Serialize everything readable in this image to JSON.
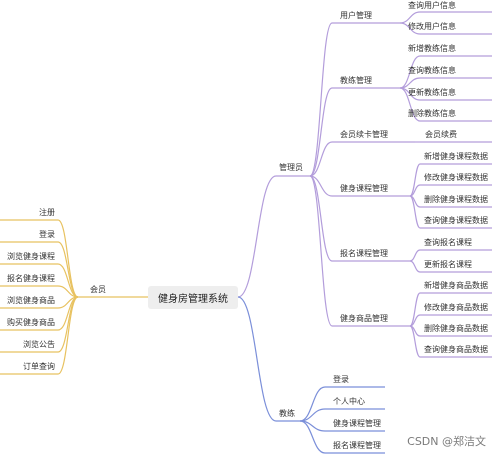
{
  "root": {
    "label": "健身房管理系统"
  },
  "colors": {
    "admin": "#b39ddb",
    "coach": "#7b8fd9",
    "member": "#e8c260"
  },
  "member": {
    "label": "会员",
    "items": [
      "注册",
      "登录",
      "浏览健身课程",
      "报名健身课程",
      "浏览健身商品",
      "购买健身商品",
      "浏览公告",
      "订单查询"
    ]
  },
  "admin": {
    "label": "管理员",
    "groups": [
      {
        "label": "用户管理",
        "items": [
          "查询用户信息",
          "修改用户信息"
        ]
      },
      {
        "label": "教练管理",
        "items": [
          "新增教练信息",
          "查询教练信息",
          "更新教练信息",
          "删除教练信息"
        ]
      },
      {
        "label": "会员续卡管理",
        "items": [
          "会员续费"
        ]
      },
      {
        "label": "健身课程管理",
        "items": [
          "新增健身课程数据",
          "修改健身课程数据",
          "删除健身课程数据",
          "查询健身课程数据"
        ]
      },
      {
        "label": "报名课程管理",
        "items": [
          "查询报名课程",
          "更新报名课程"
        ]
      },
      {
        "label": "健身商品管理",
        "items": [
          "新增健身商品数据",
          "修改健身商品数据",
          "删除健身商品数据",
          "查询健身商品数据"
        ]
      }
    ]
  },
  "coach": {
    "label": "教练",
    "items": [
      "登录",
      "个人中心",
      "健身课程管理",
      "报名课程管理"
    ]
  },
  "watermark": "CSDN @郑洁文"
}
